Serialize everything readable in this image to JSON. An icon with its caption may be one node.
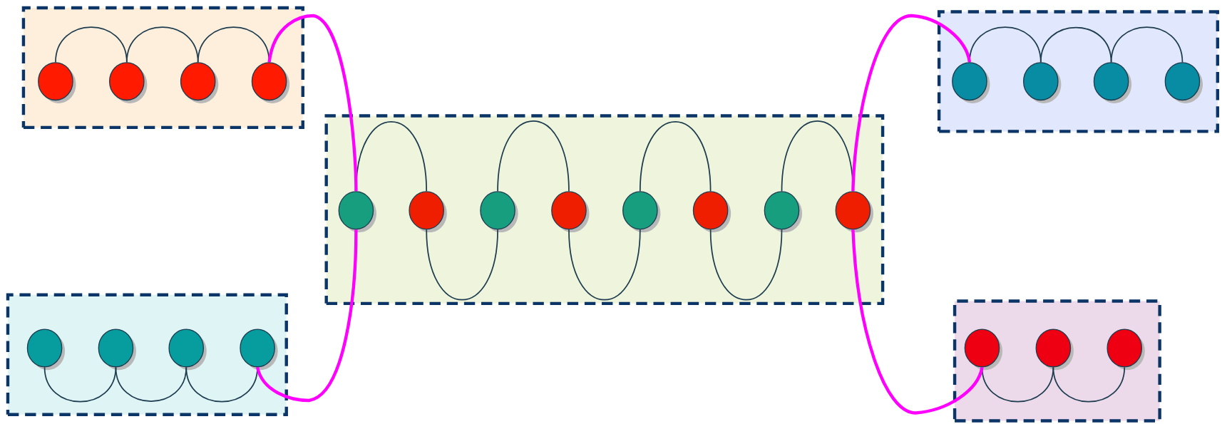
{
  "diagram": {
    "nodes": [
      {
        "text": [],
        "shape": "box"
      },
      {
        "text": [],
        "shape": "circle",
        "in": 0
      },
      {
        "text": [],
        "shape": "circle",
        "in": 0
      },
      {
        "text": [],
        "shape": "circle",
        "in": 0
      },
      {
        "text": [],
        "shape": "circle",
        "in": 0
      },
      {
        "text": [],
        "shape": "box"
      },
      {
        "text": [],
        "shape": "circle",
        "in": 5
      },
      {
        "text": [],
        "shape": "circle",
        "in": 5
      },
      {
        "text": [],
        "shape": "circle",
        "in": 5
      },
      {
        "text": [],
        "shape": "circle",
        "in": 5
      },
      {
        "text": [],
        "shape": "box"
      },
      {
        "text": [],
        "shape": "circle",
        "in": 10
      },
      {
        "text": [],
        "shape": "circle",
        "in": 10
      },
      {
        "text": [],
        "shape": "circle",
        "in": 10
      },
      {
        "text": [],
        "shape": "circle",
        "in": 10
      },
      {
        "text": [],
        "shape": "circle",
        "in": 10
      },
      {
        "text": [],
        "shape": "circle",
        "in": 10
      },
      {
        "text": [],
        "shape": "circle",
        "in": 10
      },
      {
        "text": [],
        "shape": "circle",
        "in": 10
      },
      {
        "text": [],
        "shape": "box"
      },
      {
        "text": [],
        "shape": "circle",
        "in": 19
      },
      {
        "text": [],
        "shape": "circle",
        "in": 19
      },
      {
        "text": [],
        "shape": "circle",
        "in": 19
      },
      {
        "text": [],
        "shape": "circle",
        "in": 19
      },
      {
        "text": [],
        "shape": "box"
      },
      {
        "text": [],
        "shape": "circle",
        "in": 24
      },
      {
        "text": [],
        "shape": "circle",
        "in": 24
      },
      {
        "text": [],
        "shape": "circle",
        "in": 24
      }
    ],
    "edges": [
      {
        "from": 1,
        "to": 2,
        "arrow": "none"
      },
      {
        "from": 2,
        "to": 3,
        "arrow": "none"
      },
      {
        "from": 3,
        "to": 4,
        "arrow": "none"
      },
      {
        "from": 6,
        "to": 7,
        "arrow": "none"
      },
      {
        "from": 7,
        "to": 8,
        "arrow": "none"
      },
      {
        "from": 8,
        "to": 9,
        "arrow": "none"
      },
      {
        "from": 11,
        "to": 12,
        "arrow": "none"
      },
      {
        "from": 12,
        "to": 13,
        "arrow": "none"
      },
      {
        "from": 13,
        "to": 14,
        "arrow": "none"
      },
      {
        "from": 14,
        "to": 15,
        "arrow": "none"
      },
      {
        "from": 15,
        "to": 16,
        "arrow": "none"
      },
      {
        "from": 16,
        "to": 17,
        "arrow": "none"
      },
      {
        "from": 17,
        "to": 18,
        "arrow": "none"
      },
      {
        "from": 20,
        "to": 21,
        "arrow": "none"
      },
      {
        "from": 21,
        "to": 22,
        "arrow": "none"
      },
      {
        "from": 22,
        "to": 23,
        "arrow": "none"
      },
      {
        "from": 25,
        "to": 26,
        "arrow": "none"
      },
      {
        "from": 26,
        "to": 27,
        "arrow": "none"
      },
      {
        "from": 4,
        "to": 11,
        "arrow": "none",
        "style": "thick",
        "color": "#ff00ff"
      },
      {
        "from": 23,
        "to": 11,
        "arrow": "none",
        "style": "thick",
        "color": "#ff00ff"
      },
      {
        "from": 18,
        "to": 6,
        "arrow": "none",
        "style": "thick",
        "color": "#ff00ff"
      },
      {
        "from": 18,
        "to": 25,
        "arrow": "none",
        "style": "thick",
        "color": "#ff00ff"
      }
    ]
  }
}
